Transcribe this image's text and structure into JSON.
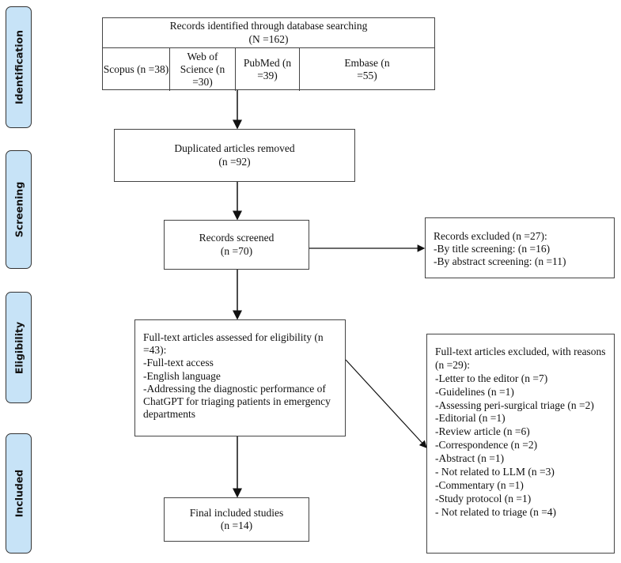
{
  "stages": [
    "Identification",
    "Screening",
    "Eligibility",
    "Included"
  ],
  "identification": {
    "title": "Records identified through database searching",
    "total": "(N =162)",
    "sources": [
      {
        "label": "Scopus (n =38)"
      },
      {
        "label": "Web of Science (n =30)"
      },
      {
        "label": "PubMed (n =39)"
      },
      {
        "label": "Embase (n =55)"
      }
    ]
  },
  "duplicates": {
    "title": "Duplicated articles removed",
    "count": "(n =92)"
  },
  "screened": {
    "title": "Records screened",
    "count": "(n =70)"
  },
  "excluded_screening": {
    "title": "Records excluded (n =27):",
    "lines": [
      "-By title screening: (n =16)",
      "-By abstract screening: (n =11)"
    ]
  },
  "eligibility": {
    "title": "Full-text articles assessed for eligibility (n =43):",
    "lines": [
      "-Full-text access",
      "-English language",
      "-Addressing the diagnostic performance of ChatGPT for triaging patients in emergency departments"
    ]
  },
  "excluded_fulltext": {
    "title": "Full-text articles excluded, with reasons (n =29):",
    "lines": [
      "-Letter to the editor (n =7)",
      "-Guidelines (n =1)",
      "-Assessing peri-surgical triage (n =2)",
      "-Editorial (n =1)",
      "-Review article (n =6)",
      "-Correspondence (n =2)",
      "-Abstract (n =1)",
      "- Not related to LLM (n =3)",
      "-Commentary (n =1)",
      "-Study protocol (n =1)",
      "- Not related to triage (n =4)"
    ]
  },
  "included": {
    "title": "Final included studies",
    "count": "(n =14)"
  },
  "colors": {
    "stage_fill": "#c7e3f7",
    "border": "#444444"
  }
}
